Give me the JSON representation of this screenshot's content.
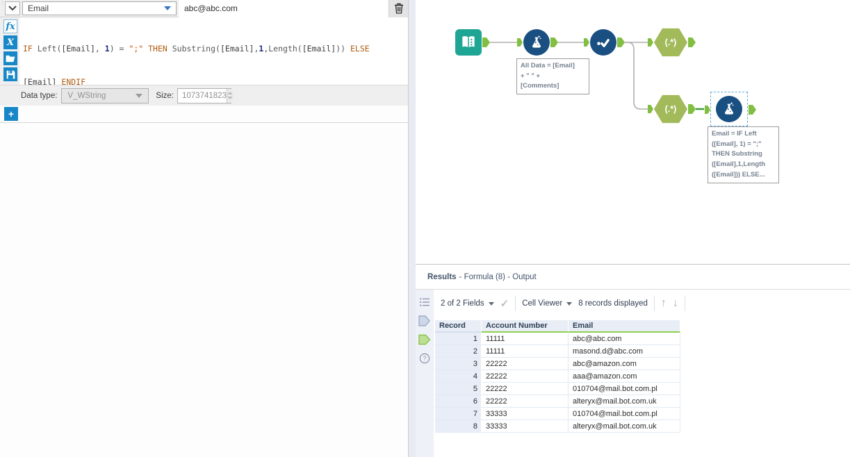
{
  "colors": {
    "accent_blue": "#1787C8",
    "tool_navy": "#1A4F82",
    "tool_teal": "#1FA594",
    "hexagon_green": "#A2BA5A",
    "anchor_green": "#82BE42",
    "selected_wire_green": "#3C9B36",
    "header_green_underline": "#8ED050",
    "selection_dash_blue": "#58A6DC"
  },
  "left_panel": {
    "output_column": {
      "selected": "Email",
      "value": "abc@abc.com"
    },
    "formula": {
      "line1": [
        {
          "t": "IF ",
          "c": "kw"
        },
        {
          "t": "Left",
          "c": "fn"
        },
        {
          "t": "(",
          "c": "pn"
        },
        {
          "t": "[Email]",
          "c": "col"
        },
        {
          "t": ", ",
          "c": "pn"
        },
        {
          "t": "1",
          "c": "num"
        },
        {
          "t": ") = ",
          "c": "pn"
        },
        {
          "t": "\";\"",
          "c": "str"
        },
        {
          "t": " THEN ",
          "c": "kw"
        },
        {
          "t": "Substring",
          "c": "fn"
        },
        {
          "t": "(",
          "c": "pn"
        },
        {
          "t": "[Email]",
          "c": "col"
        },
        {
          "t": ",",
          "c": "pn"
        },
        {
          "t": "1",
          "c": "num"
        },
        {
          "t": ",",
          "c": "pn"
        },
        {
          "t": "Length",
          "c": "fn"
        },
        {
          "t": "(",
          "c": "pn"
        },
        {
          "t": "[Email]",
          "c": "col"
        },
        {
          "t": ")) ",
          "c": "pn"
        },
        {
          "t": "ELSE",
          "c": "kw"
        }
      ],
      "line2": [
        {
          "t": "[Email]",
          "c": "col"
        },
        {
          "t": " ENDIF",
          "c": "kw"
        }
      ]
    },
    "data_type_label": "Data type:",
    "data_type_value": "V_WString",
    "size_label": "Size:",
    "size_value": "1073741823",
    "add_button": "+"
  },
  "canvas": {
    "regex_label": "(.*)",
    "annotations": {
      "formula1": [
        "All Data = [Email]",
        "+ \" \" +",
        "[Comments]"
      ],
      "formula2": [
        "Email = IF Left",
        "([Email], 1) = \";\"",
        "THEN Substring",
        "([Email],1,Length",
        "([Email])) ELSE..."
      ]
    }
  },
  "results": {
    "title": "Results",
    "subtitle": "- Formula (8) - Output",
    "toolbar": {
      "fields_dropdown": "2 of 2 Fields",
      "cell_viewer_dropdown": "Cell Viewer",
      "records_text": "8 records displayed"
    },
    "table": {
      "columns": [
        "Record",
        "Account Number",
        "Email"
      ],
      "rows": [
        [
          "1",
          "11111",
          "abc@abc.com"
        ],
        [
          "2",
          "11111",
          "masond.d@abc.com"
        ],
        [
          "3",
          "22222",
          "abc@amazon.com"
        ],
        [
          "4",
          "22222",
          "aaa@amazon.com"
        ],
        [
          "5",
          "22222",
          "010704@mail.bot.com.pl"
        ],
        [
          "6",
          "22222",
          "alteryx@mail.bot.com.uk"
        ],
        [
          "7",
          "33333",
          "010704@mail.bot.com.pl"
        ],
        [
          "8",
          "33333",
          "alteryx@mail.bot.com.uk"
        ]
      ]
    }
  }
}
